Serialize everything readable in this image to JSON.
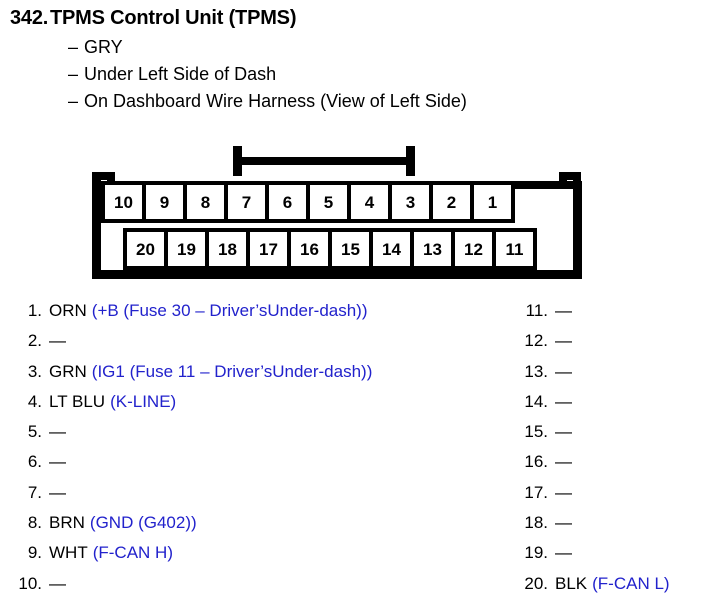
{
  "header": {
    "number": "342.",
    "title": "TPMS Control Unit (TPMS)",
    "bullets": [
      {
        "dash": "–",
        "text": "GRY"
      },
      {
        "dash": "–",
        "text": "Under Left Side of Dash"
      },
      {
        "dash": "–",
        "text": "On Dashboard Wire Harness (View of Left Side)"
      }
    ]
  },
  "connector": {
    "top_row": [
      "10",
      "9",
      "8",
      "7",
      "6",
      "5",
      "4",
      "3",
      "2",
      "1"
    ],
    "bottom_row": [
      "20",
      "19",
      "18",
      "17",
      "16",
      "15",
      "14",
      "13",
      "12",
      "11"
    ]
  },
  "colors": {
    "signal_blue": "#2222cc",
    "outline_black": "#000000",
    "background": "#ffffff"
  },
  "pins_left": [
    {
      "num": "1.",
      "wire": "ORN",
      "signal": "(+B (Fuse 30 – Driver’sUnder-dash))"
    },
    {
      "num": "2.",
      "wire": "—",
      "signal": ""
    },
    {
      "num": "3.",
      "wire": "GRN",
      "signal": "(IG1 (Fuse 11 – Driver’sUnder-dash))"
    },
    {
      "num": "4.",
      "wire": "LT BLU",
      "signal": "(K-LINE)"
    },
    {
      "num": "5.",
      "wire": "—",
      "signal": ""
    },
    {
      "num": "6.",
      "wire": "—",
      "signal": ""
    },
    {
      "num": "7.",
      "wire": "—",
      "signal": ""
    },
    {
      "num": "8.",
      "wire": "BRN",
      "signal": "(GND (G402))"
    },
    {
      "num": "9.",
      "wire": "WHT",
      "signal": "(F-CAN H)"
    },
    {
      "num": "10.",
      "wire": "—",
      "signal": ""
    }
  ],
  "pins_right": [
    {
      "num": "11.",
      "wire": "—",
      "signal": ""
    },
    {
      "num": "12.",
      "wire": "—",
      "signal": ""
    },
    {
      "num": "13.",
      "wire": "—",
      "signal": ""
    },
    {
      "num": "14.",
      "wire": "—",
      "signal": ""
    },
    {
      "num": "15.",
      "wire": "—",
      "signal": ""
    },
    {
      "num": "16.",
      "wire": "—",
      "signal": ""
    },
    {
      "num": "17.",
      "wire": "—",
      "signal": ""
    },
    {
      "num": "18.",
      "wire": "—",
      "signal": ""
    },
    {
      "num": "19.",
      "wire": "—",
      "signal": ""
    },
    {
      "num": "20.",
      "wire": "BLK",
      "signal": "(F-CAN L)"
    }
  ]
}
